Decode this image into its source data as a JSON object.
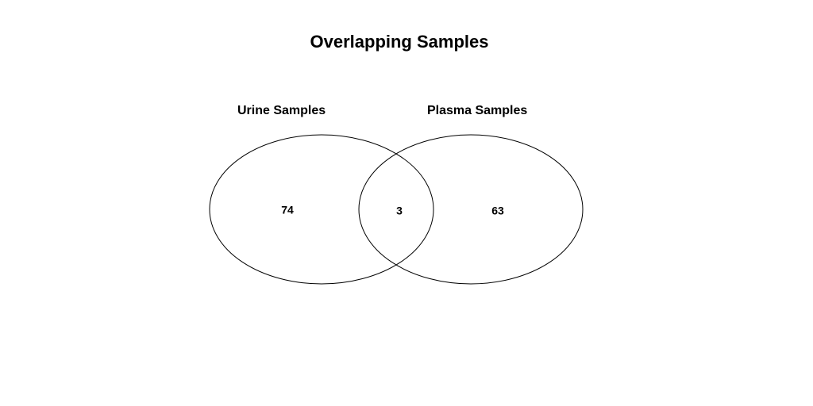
{
  "diagram": {
    "title": "Overlapping Samples",
    "sets": [
      {
        "label": "Urine Samples",
        "count": "74"
      },
      {
        "label": "Plasma Samples",
        "count": "63"
      }
    ],
    "intersection_count": "3",
    "stroke_color": "#000000"
  }
}
